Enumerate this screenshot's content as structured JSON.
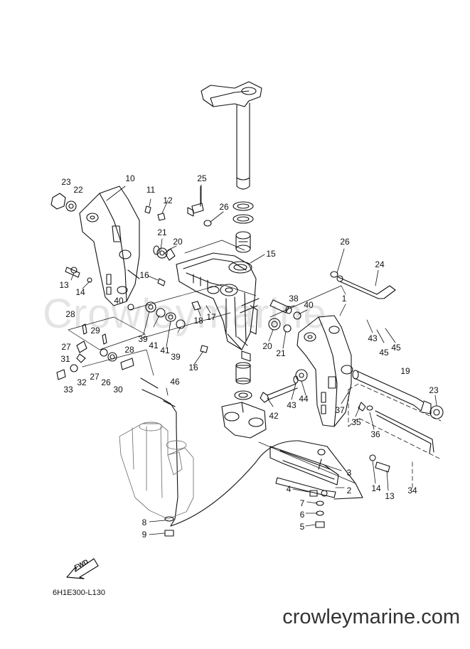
{
  "diagram": {
    "code": "6H1E300-L130",
    "direction_label": "FWD",
    "watermark": "Crowleymarine",
    "footer": "crowleymarine.com"
  },
  "callouts": [
    {
      "id": "c23a",
      "text": "23"
    },
    {
      "id": "c22",
      "text": "22"
    },
    {
      "id": "c10",
      "text": "10"
    },
    {
      "id": "c11",
      "text": "11"
    },
    {
      "id": "c12",
      "text": "12"
    },
    {
      "id": "c25",
      "text": "25"
    },
    {
      "id": "c26a",
      "text": "26"
    },
    {
      "id": "c21a",
      "text": "21"
    },
    {
      "id": "c20a",
      "text": "20"
    },
    {
      "id": "c15",
      "text": "15"
    },
    {
      "id": "c16a",
      "text": "16"
    },
    {
      "id": "c13a",
      "text": "13"
    },
    {
      "id": "c14a",
      "text": "14"
    },
    {
      "id": "c26b",
      "text": "26"
    },
    {
      "id": "c24",
      "text": "24"
    },
    {
      "id": "c38",
      "text": "38"
    },
    {
      "id": "c40a",
      "text": "40"
    },
    {
      "id": "c1",
      "text": "1"
    },
    {
      "id": "c40b",
      "text": "40"
    },
    {
      "id": "c18",
      "text": "18"
    },
    {
      "id": "c17",
      "text": "17"
    },
    {
      "id": "c28a",
      "text": "28"
    },
    {
      "id": "c39a",
      "text": "39"
    },
    {
      "id": "c41a",
      "text": "41"
    },
    {
      "id": "c41b",
      "text": "41"
    },
    {
      "id": "c39b",
      "text": "39"
    },
    {
      "id": "c20b",
      "text": "20"
    },
    {
      "id": "c21b",
      "text": "21"
    },
    {
      "id": "c43a",
      "text": "43"
    },
    {
      "id": "c45a",
      "text": "45"
    },
    {
      "id": "c45b",
      "text": "45"
    },
    {
      "id": "c29",
      "text": "29"
    },
    {
      "id": "c27a",
      "text": "27"
    },
    {
      "id": "c28b",
      "text": "28"
    },
    {
      "id": "c31",
      "text": "31"
    },
    {
      "id": "c16b",
      "text": "16"
    },
    {
      "id": "c19",
      "text": "19"
    },
    {
      "id": "c27b",
      "text": "27"
    },
    {
      "id": "c26c",
      "text": "26"
    },
    {
      "id": "c32",
      "text": "32"
    },
    {
      "id": "c30",
      "text": "30"
    },
    {
      "id": "c33",
      "text": "33"
    },
    {
      "id": "c46",
      "text": "46"
    },
    {
      "id": "c44",
      "text": "44"
    },
    {
      "id": "c37",
      "text": "37"
    },
    {
      "id": "c23b",
      "text": "23"
    },
    {
      "id": "c43b",
      "text": "43"
    },
    {
      "id": "c42",
      "text": "42"
    },
    {
      "id": "c35",
      "text": "35"
    },
    {
      "id": "c36",
      "text": "36"
    },
    {
      "id": "c3",
      "text": "3"
    },
    {
      "id": "c14b",
      "text": "14"
    },
    {
      "id": "c34",
      "text": "34"
    },
    {
      "id": "c4",
      "text": "4"
    },
    {
      "id": "c2",
      "text": "2"
    },
    {
      "id": "c13b",
      "text": "13"
    },
    {
      "id": "c7",
      "text": "7"
    },
    {
      "id": "c6",
      "text": "6"
    },
    {
      "id": "c5",
      "text": "5"
    },
    {
      "id": "c8",
      "text": "8"
    },
    {
      "id": "c9",
      "text": "9"
    }
  ]
}
